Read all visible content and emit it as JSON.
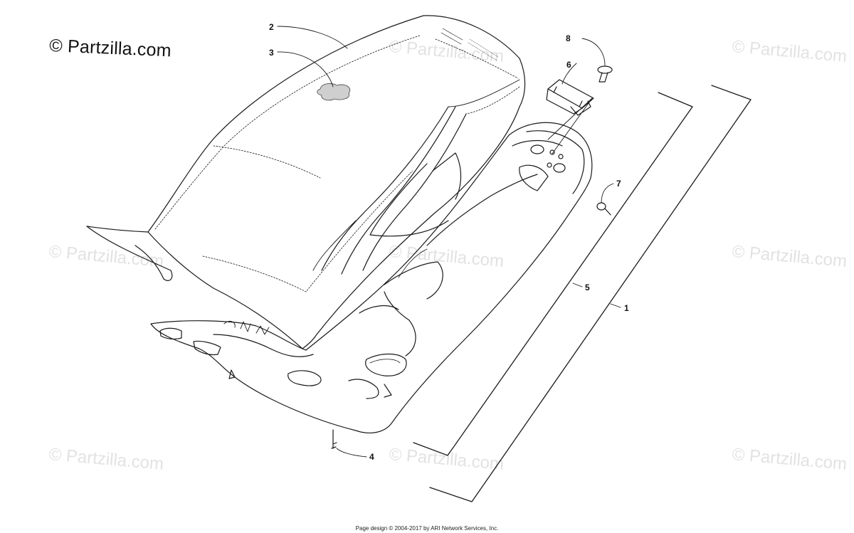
{
  "brand": {
    "label": "© Partzilla.com"
  },
  "watermark_text": "© Partzilla.com",
  "footer": {
    "text": "Page design © 2004-2017 by ARI Network Services, Inc."
  },
  "callouts": [
    {
      "id": "1",
      "label": "1"
    },
    {
      "id": "2",
      "label": "2"
    },
    {
      "id": "3",
      "label": "3"
    },
    {
      "id": "4",
      "label": "4"
    },
    {
      "id": "5",
      "label": "5"
    },
    {
      "id": "6",
      "label": "6"
    },
    {
      "id": "7",
      "label": "7"
    },
    {
      "id": "8",
      "label": "8"
    }
  ],
  "colors": {
    "line": "#1a1a1a",
    "watermark": "#e2e2e2",
    "background": "#ffffff"
  }
}
